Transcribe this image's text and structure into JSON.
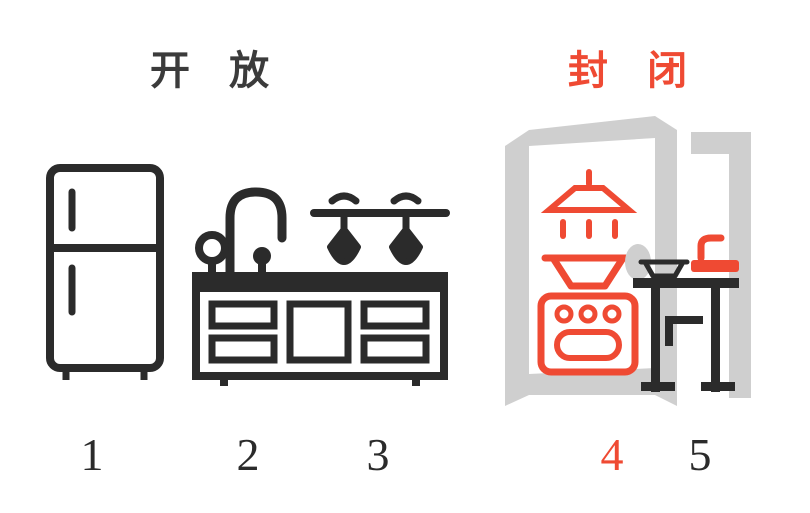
{
  "diagram": {
    "title_open": "开 放",
    "title_closed": "封 闭",
    "accent_color": "#ef4a33",
    "dark_color": "#2b2b2b",
    "gray_color": "#cfcfcf",
    "headings": [
      {
        "id": "open",
        "label": "开 放",
        "color": "#3b3b3b"
      },
      {
        "id": "closed",
        "label": "封 闭",
        "color": "#ef4a33"
      }
    ],
    "items": [
      {
        "number": "1",
        "icon": "refrigerator-icon",
        "color": "#2b2b2b"
      },
      {
        "number": "2",
        "icon": "kitchen-counter-sink-icon",
        "color": "#2b2b2b"
      },
      {
        "number": "3",
        "icon": "hanging-utensils-icon",
        "color": "#2b2b2b"
      },
      {
        "number": "4",
        "icon": "stove-range-hood-icon",
        "color": "#ef4a33"
      },
      {
        "number": "5",
        "icon": "dining-table-icon",
        "color": "#2b2b2b"
      }
    ]
  }
}
